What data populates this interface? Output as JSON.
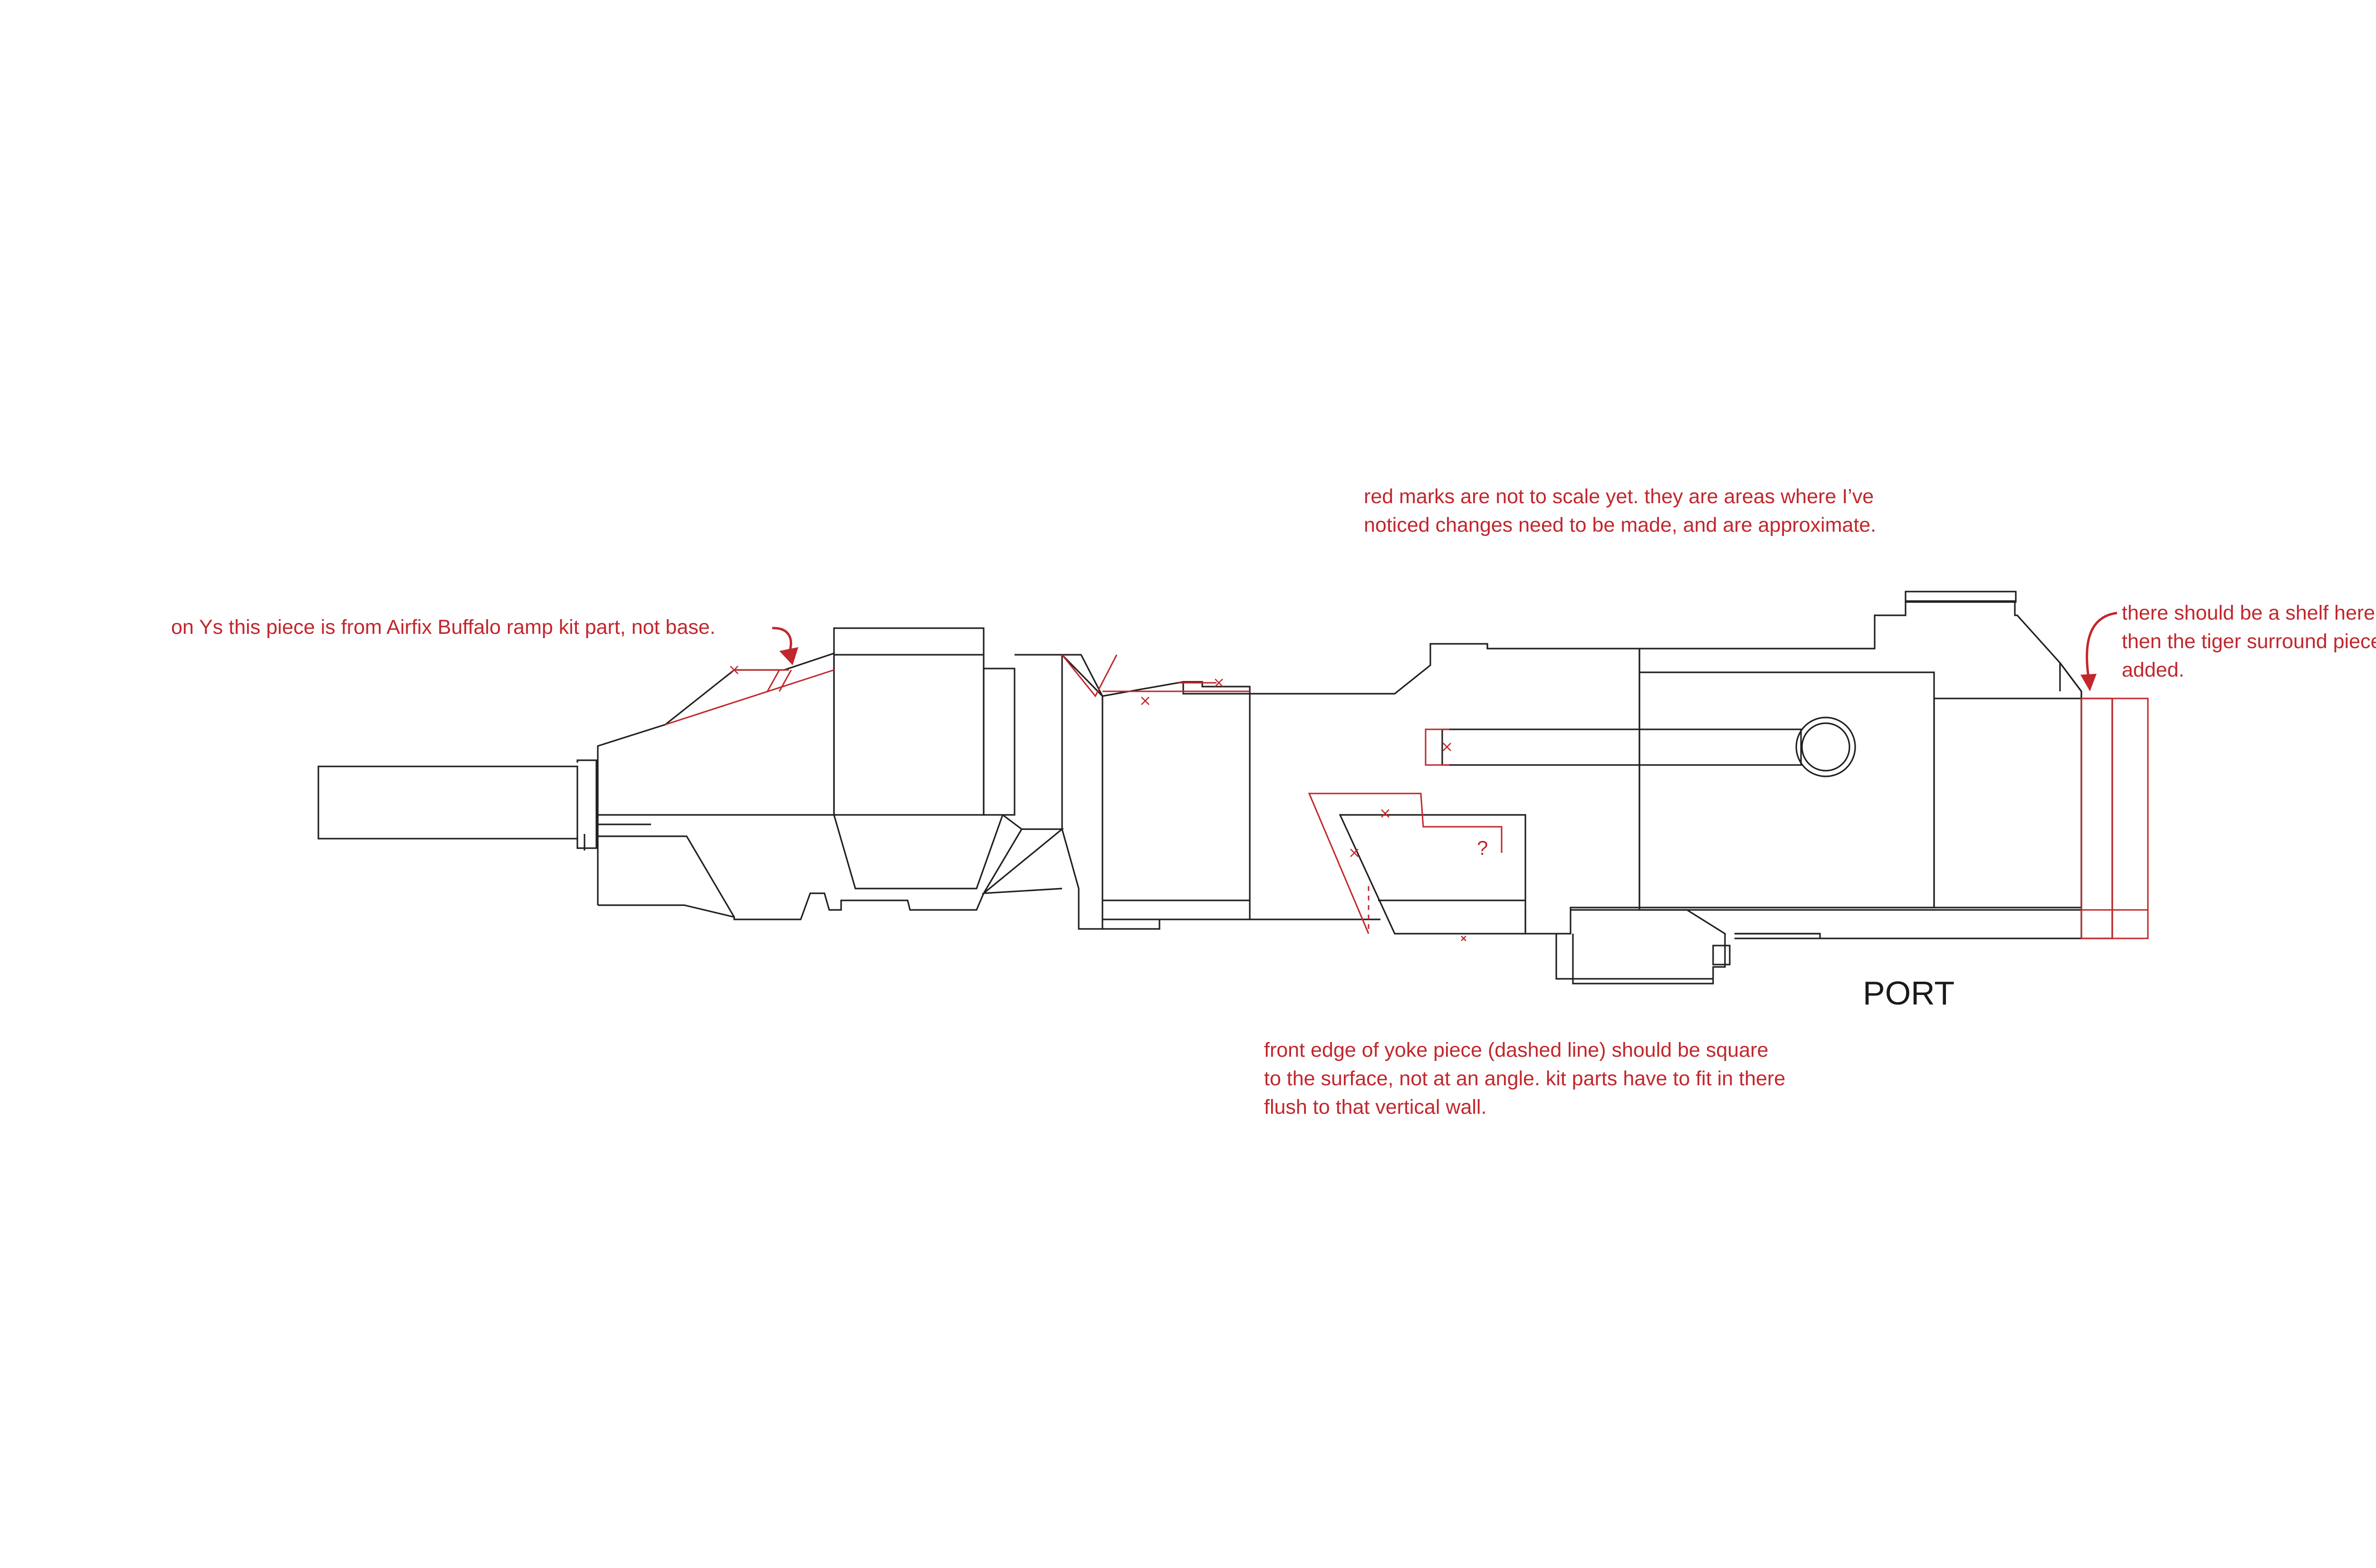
{
  "colors": {
    "annotation": "#c1272d",
    "outline": "#231f20",
    "label": "#1a1a1a",
    "background": "#ffffff"
  },
  "view_label": "PORT",
  "notes": {
    "scale_note": {
      "lines": [
        "red marks are not to scale yet. they are areas where I’ve",
        "noticed changes need to be made, and are approximate."
      ]
    },
    "ramp_note": {
      "lines": [
        "on Ys this piece is from Airfix Buffalo ramp kit part, not base."
      ]
    },
    "shelf_note": {
      "lines": [
        "there should be a shelf here,",
        "then the tiger surround piece",
        "added."
      ]
    },
    "yoke_note": {
      "lines": [
        "front edge of yoke piece (dashed line) should be square",
        "to the surface, not at an angle. kit parts have to fit in there",
        "flush to that vertical wall."
      ]
    }
  },
  "question_mark": "?",
  "icons": {
    "ramp_arrow": "curved-arrow-down-icon",
    "shelf_arrow": "curved-arrow-down-icon",
    "correction_marks": "x-mark-icon"
  }
}
